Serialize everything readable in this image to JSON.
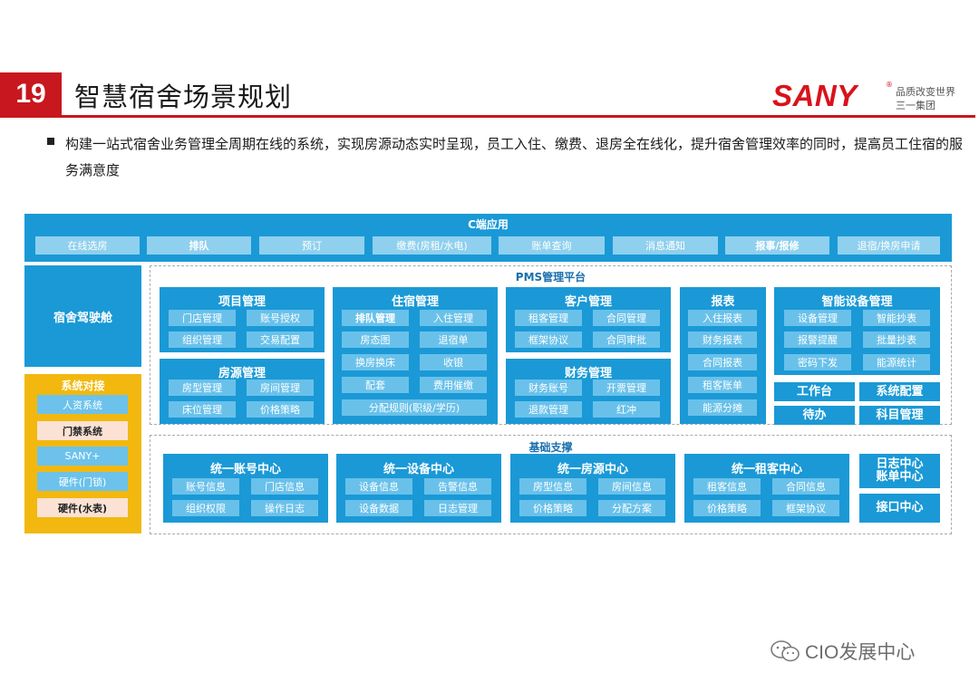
{
  "header": {
    "page_number": "19",
    "title": "智慧宿舍场景规划",
    "logo_text": "SANY",
    "logo_reg": "®",
    "slogan_line1": "品质改变世界",
    "slogan_line2": "三一集团"
  },
  "intro": "构建一站式宿舍业务管理全周期在线的系统，实现房源动态实时呈现，员工入住、缴费、退房全在线化，提升宿舍管理效率的同时，提高员工住宿的服务满意度",
  "c_app": {
    "title": "C端应用",
    "items": [
      "在线选房",
      "排队",
      "预订",
      "缴费(房租/水电)",
      "账单查询",
      "消息通知",
      "报事/报修",
      "退宿/换房申请"
    ]
  },
  "cockpit": "宿舍驾驶舱",
  "system_integration": {
    "title": "系统对接",
    "items": [
      "人资系统",
      "门禁系统",
      "SANY+",
      "硬件(门锁)",
      "硬件(水表)"
    ]
  },
  "pms": {
    "title": "PMS管理平台",
    "project_mgmt": {
      "title": "项目管理",
      "items": [
        "门店管理",
        "账号授权",
        "组织管理",
        "交易配置"
      ]
    },
    "housing_mgmt": {
      "title": "房源管理",
      "items": [
        "房型管理",
        "房间管理",
        "床位管理",
        "价格策略"
      ]
    },
    "accommodation_mgmt": {
      "title": "住宿管理",
      "items": [
        "排队管理",
        "入住管理",
        "房态图",
        "退宿单",
        "换房换床",
        "收银",
        "配套",
        "费用催缴",
        "分配规则(职级/学历)"
      ]
    },
    "customer_mgmt": {
      "title": "客户管理",
      "items": [
        "租客管理",
        "合同管理",
        "框架协议",
        "合同审批"
      ]
    },
    "finance_mgmt": {
      "title": "财务管理",
      "items": [
        "财务账号",
        "开票管理",
        "退款管理",
        "红冲"
      ]
    },
    "reports": {
      "title": "报表",
      "items": [
        "入住报表",
        "财务报表",
        "合同报表",
        "租客账单",
        "能源分摊"
      ]
    },
    "smart_device": {
      "title": "智能设备管理",
      "items": [
        "设备管理",
        "智能抄表",
        "报警提醒",
        "批量抄表",
        "密码下发",
        "能源统计"
      ]
    },
    "buttons": [
      "工作台",
      "系统配置",
      "待办",
      "科目管理"
    ]
  },
  "base": {
    "title": "基础支撑",
    "account_center": {
      "title": "统一账号中心",
      "items": [
        "账号信息",
        "门店信息",
        "组织权限",
        "操作日志"
      ]
    },
    "device_center": {
      "title": "统一设备中心",
      "items": [
        "设备信息",
        "告警信息",
        "设备数据",
        "日志管理"
      ]
    },
    "housing_center": {
      "title": "统一房源中心",
      "items": [
        "房型信息",
        "房间信息",
        "价格策略",
        "分配方案"
      ]
    },
    "tenant_center": {
      "title": "统一租客中心",
      "items": [
        "租客信息",
        "合同信息",
        "价格策略",
        "框架协议"
      ]
    },
    "log_center_line1": "日志中心",
    "log_center_line2": "账单中心",
    "interface_center": "接口中心"
  },
  "watermark": "CIO发展中心",
  "colors": {
    "brand_red": "#c8171e",
    "module_blue": "#1a99d6",
    "chip_blue": "#69c1ea",
    "yellow": "#f2b80f",
    "pink": "#fbe2d5"
  }
}
